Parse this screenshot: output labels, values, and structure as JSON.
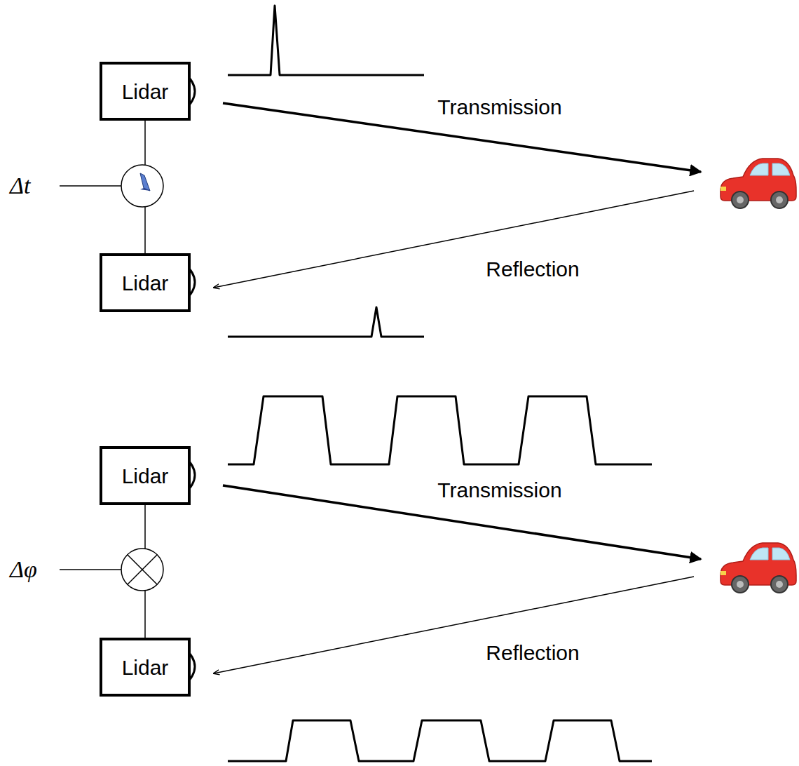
{
  "diagram": {
    "nodes": [
      {
        "text": [
          "Lidar"
        ]
      },
      {
        "text": [
          "Lidar"
        ]
      },
      {
        "text": [
          "Lidar"
        ]
      },
      {
        "text": [
          "Lidar"
        ]
      }
    ],
    "edges": [
      {
        "from": 0,
        "to": 1,
        "arrow": "none"
      },
      {
        "from": 2,
        "to": 3,
        "arrow": "none"
      }
    ],
    "labels": [
      "Transmission",
      "Δt",
      "Reflection",
      "Transmission",
      "Δφ",
      "Reflection"
    ]
  }
}
